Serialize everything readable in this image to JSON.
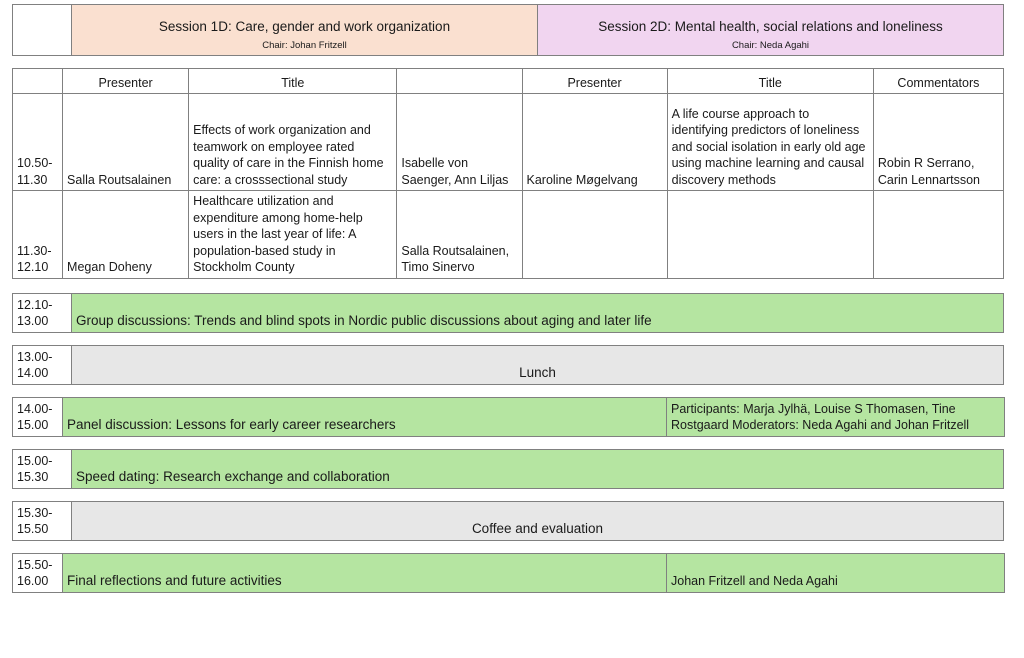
{
  "sessions": {
    "blank_label": "",
    "left": {
      "title": "Session 1D: Care, gender and work organization",
      "chair": "Chair: Johan Fritzell",
      "color": "#FAE0D0"
    },
    "right": {
      "title": "Session 2D: Mental health, social relations and loneliness",
      "chair": "Chair: Neda Agahi",
      "color": "#F1D5F0"
    }
  },
  "programme": {
    "headers": {
      "time": "",
      "presenter_1": "Presenter",
      "title_1": "Title",
      "commentators_1": "",
      "presenter_2": "Presenter",
      "title_2": "Title",
      "commentators_2": "Commentators"
    },
    "rows": [
      {
        "time_start": "10.50-",
        "time_end": "11.30",
        "presenter_1": "Salla Routsalainen",
        "title_1": "Effects of work organization and teamwork on employee rated quality of care in the Finnish home care: a crosssectional study",
        "commentators_1": "Isabelle von Saenger, Ann Liljas",
        "presenter_2": "Karoline Møgelvang",
        "title_2": " A life course approach to identifying predictors of loneliness and social isolation in\nearly old age using machine learning and causal discovery methods",
        "commentators_2": "Robin R Serrano, Carin Lennartsson"
      },
      {
        "time_start": "11.30-",
        "time_end": "12.10",
        "presenter_1": "Megan Doheny",
        "title_1": "Healthcare utilization and expenditure among home-help users in the last year of life: A population-based study\nin Stockholm County",
        "commentators_1": "Salla Routsalainen, Timo Sinervo",
        "presenter_2": "",
        "title_2": "",
        "commentators_2": ""
      }
    ]
  },
  "blocks": [
    {
      "name": "group-discussions",
      "time_start": "12.10-",
      "time_end": "13.00",
      "label": "Group discussions: Trends and blind spots in Nordic public discussions about aging and later life",
      "note": "",
      "style": "green",
      "align": "left",
      "split": false
    },
    {
      "name": "lunch",
      "time_start": "13.00-",
      "time_end": "14.00",
      "label": "Lunch",
      "note": "",
      "style": "grey",
      "align": "center",
      "split": false
    },
    {
      "name": "panel-discussion",
      "time_start": "14.00-",
      "time_end": "15.00",
      "label": "Panel discussion: Lessons for early career researchers",
      "note": "Participants: Marja Jylhä, Louise S Thomasen, Tine Rostgaard Moderators: Neda Agahi and Johan Fritzell",
      "style": "green",
      "align": "left",
      "split": true
    },
    {
      "name": "speed-dating",
      "time_start": "15.00-",
      "time_end": "15.30",
      "label": "Speed dating: Research exchange and collaboration",
      "note": "",
      "style": "green",
      "align": "left",
      "split": false
    },
    {
      "name": "coffee-and-evaluation",
      "time_start": "15.30-",
      "time_end": "15.50",
      "label": "Coffee and evaluation",
      "note": "",
      "style": "grey",
      "align": "center",
      "split": false
    },
    {
      "name": "final-reflections",
      "time_start": "15.50-",
      "time_end": "16.00",
      "label": "Final reflections and future activities",
      "note": "Johan Fritzell and Neda Agahi",
      "style": "green",
      "align": "left",
      "split": true
    }
  ]
}
